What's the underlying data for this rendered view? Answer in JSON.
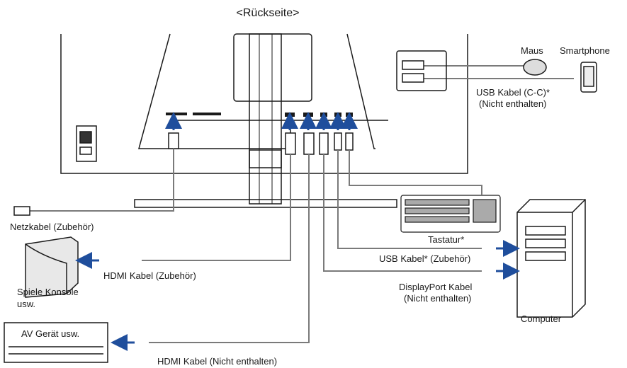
{
  "title": "<Rückseite>",
  "labels": {
    "maus": "Maus",
    "smartphone": "Smartphone",
    "usb_cc_1": "USB Kabel (C-C)*",
    "usb_cc_2": "(Nicht enthalten)",
    "netzkabel": "Netzkabel (Zubehör)",
    "tastatur": "Tastatur*",
    "usb_kabel": "USB Kabel* (Zubehör)",
    "hdmi_zubehoer": "HDMI Kabel (Zubehör)",
    "spiele_1": "Spiele Konsole",
    "spiele_2": "usw.",
    "displayport_1": "DisplayPort Kabel",
    "displayport_2": "(Nicht enthalten)",
    "computer": "Computer",
    "av_geraet": "AV Gerät usw.",
    "hdmi_nicht": "HDMI Kabel (Nicht enthalten)"
  },
  "colors": {
    "arrow": "#1f4e9c",
    "line": "#1a1a1a",
    "cable": "#7a7a7a"
  }
}
